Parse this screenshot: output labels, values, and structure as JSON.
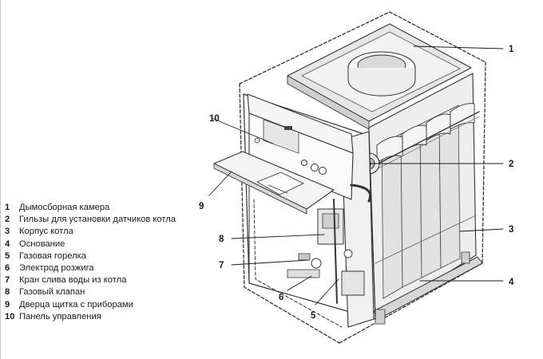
{
  "legend": {
    "items": [
      {
        "num": "1",
        "text": "Дымосборная камера"
      },
      {
        "num": "2",
        "text": "Гильзы для установки датчиков котла"
      },
      {
        "num": "3",
        "text": "Корпус котла"
      },
      {
        "num": "4",
        "text": "Основание"
      },
      {
        "num": "5",
        "text": "Газовая горелка"
      },
      {
        "num": "6",
        "text": "Электрод розжига"
      },
      {
        "num": "7",
        "text": "Кран слива воды из котла"
      },
      {
        "num": "8",
        "text": "Газовый клапан"
      },
      {
        "num": "9",
        "text": "Дверца щитка с приборами"
      },
      {
        "num": "10",
        "text": "Панель управления"
      }
    ]
  },
  "callouts": {
    "c1": "1",
    "c2": "2",
    "c3": "3",
    "c4": "4",
    "c5": "5",
    "c6": "6",
    "c7": "7",
    "c8": "8",
    "c9": "9",
    "c10": "10"
  }
}
